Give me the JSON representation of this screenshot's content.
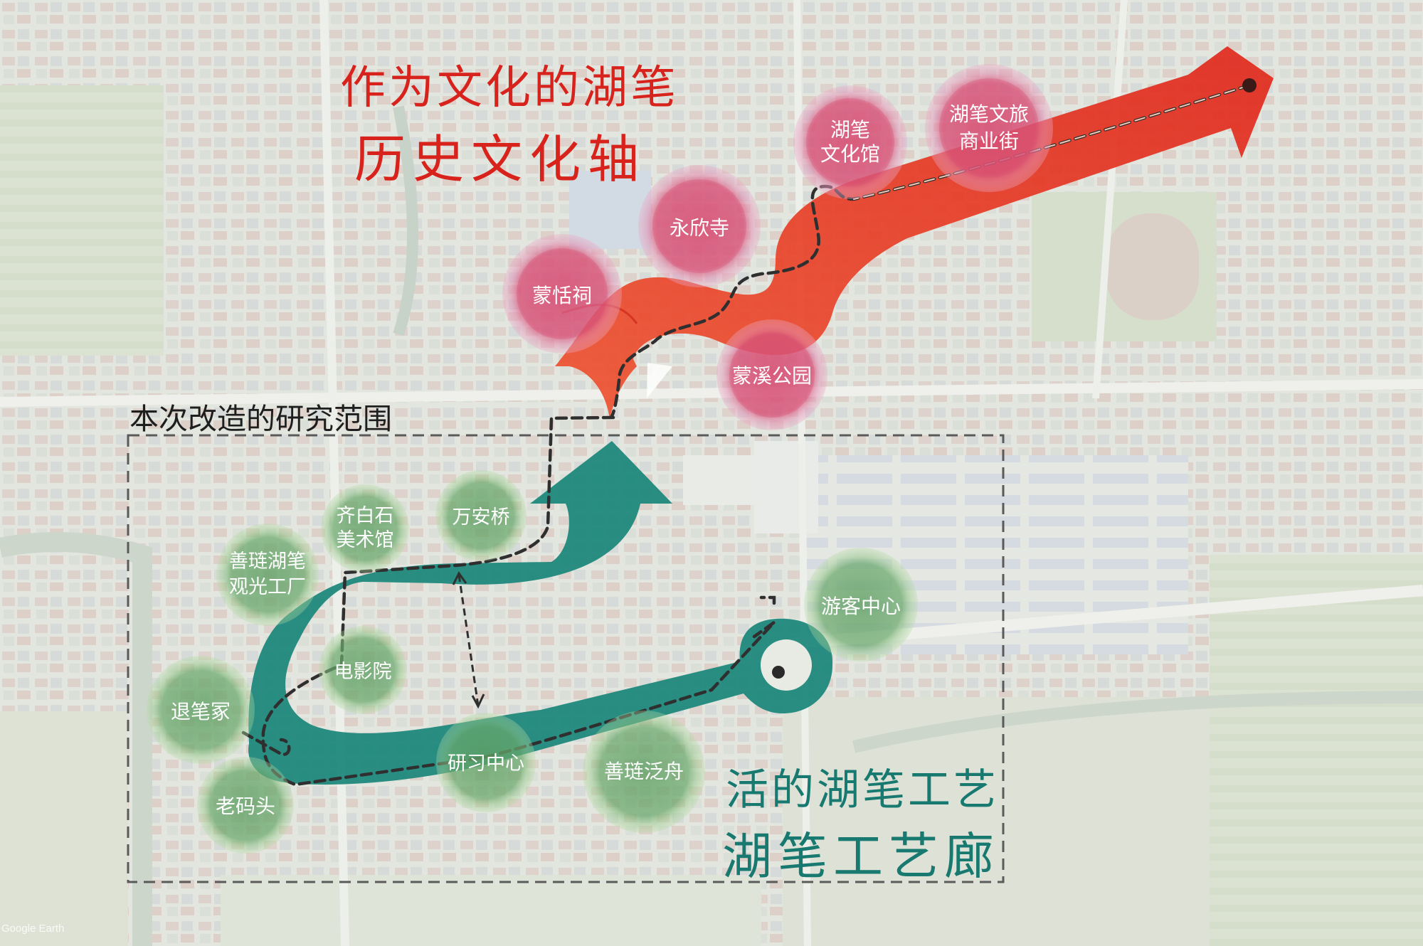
{
  "history_axis": {
    "subtitle": "作为文化的湖笔",
    "title": "历史文化轴",
    "color": "#e0281c",
    "nodes": [
      {
        "lines": [
          "湖笔",
          "文化馆"
        ]
      },
      {
        "lines": [
          "湖笔文旅",
          "商业街"
        ]
      },
      {
        "lines": [
          "永欣寺"
        ]
      },
      {
        "lines": [
          "蒙恬祠"
        ]
      },
      {
        "lines": [
          "蒙溪公园"
        ]
      }
    ]
  },
  "craft_axis": {
    "subtitle": "活的湖笔工艺",
    "title": "湖笔工艺廊",
    "color": "#19857a",
    "nodes": [
      {
        "lines": [
          "齐白石",
          "美术馆"
        ]
      },
      {
        "lines": [
          "万安桥"
        ]
      },
      {
        "lines": [
          "善琏湖笔",
          "观光工厂"
        ]
      },
      {
        "lines": [
          "游客中心"
        ]
      },
      {
        "lines": [
          "电影院"
        ]
      },
      {
        "lines": [
          "退笔冢"
        ]
      },
      {
        "lines": [
          "研习中心"
        ]
      },
      {
        "lines": [
          "善琏泛舟"
        ]
      },
      {
        "lines": [
          "老码头"
        ]
      }
    ]
  },
  "scope": {
    "label": "本次改造的研究范围"
  },
  "source_credit": "Google Earth"
}
